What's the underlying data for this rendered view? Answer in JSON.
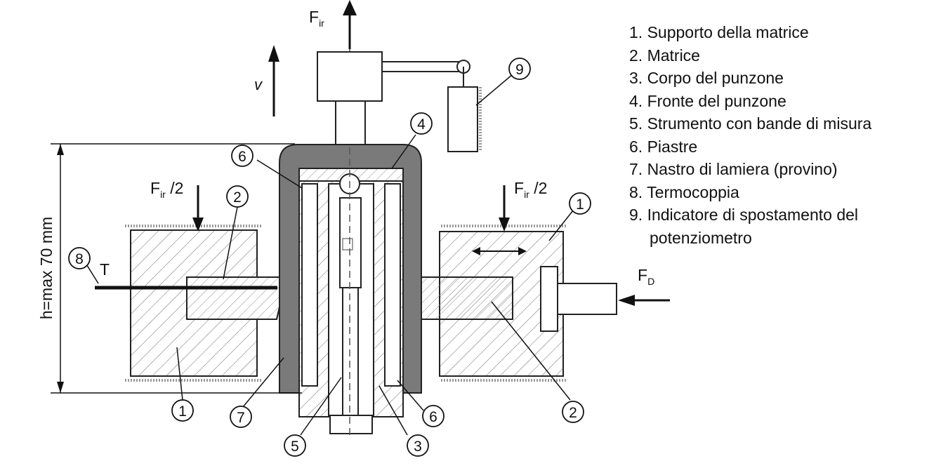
{
  "diagram": {
    "labels": {
      "force_top": "F",
      "force_top_sub": "ir",
      "force_half_left": "F",
      "force_half_left_sub": "ir",
      "force_half_left_suffix": " /2",
      "force_half_right": "F",
      "force_half_right_sub": "ir",
      "force_half_right_suffix": " /2",
      "force_side": "F",
      "force_side_sub": "D",
      "velocity": "v",
      "temperature": "T",
      "height": "h=max 70 mm"
    },
    "callouts": [
      "1",
      "2",
      "3",
      "4",
      "5",
      "6",
      "7",
      "8",
      "9",
      "6",
      "1",
      "2"
    ]
  },
  "legend": {
    "items": [
      "1. Supporto della matrice",
      "2. Matrice",
      "3. Corpo del punzone",
      "4. Fronte del punzone",
      "5. Strumento con bande di misura",
      "6. Piastre",
      "7. Nastro di lamiera (provino)",
      "8. Termocoppia"
    ],
    "last_item_line1": "9. Indicatore di spostamento del",
    "last_item_line2": "potenziometro"
  }
}
